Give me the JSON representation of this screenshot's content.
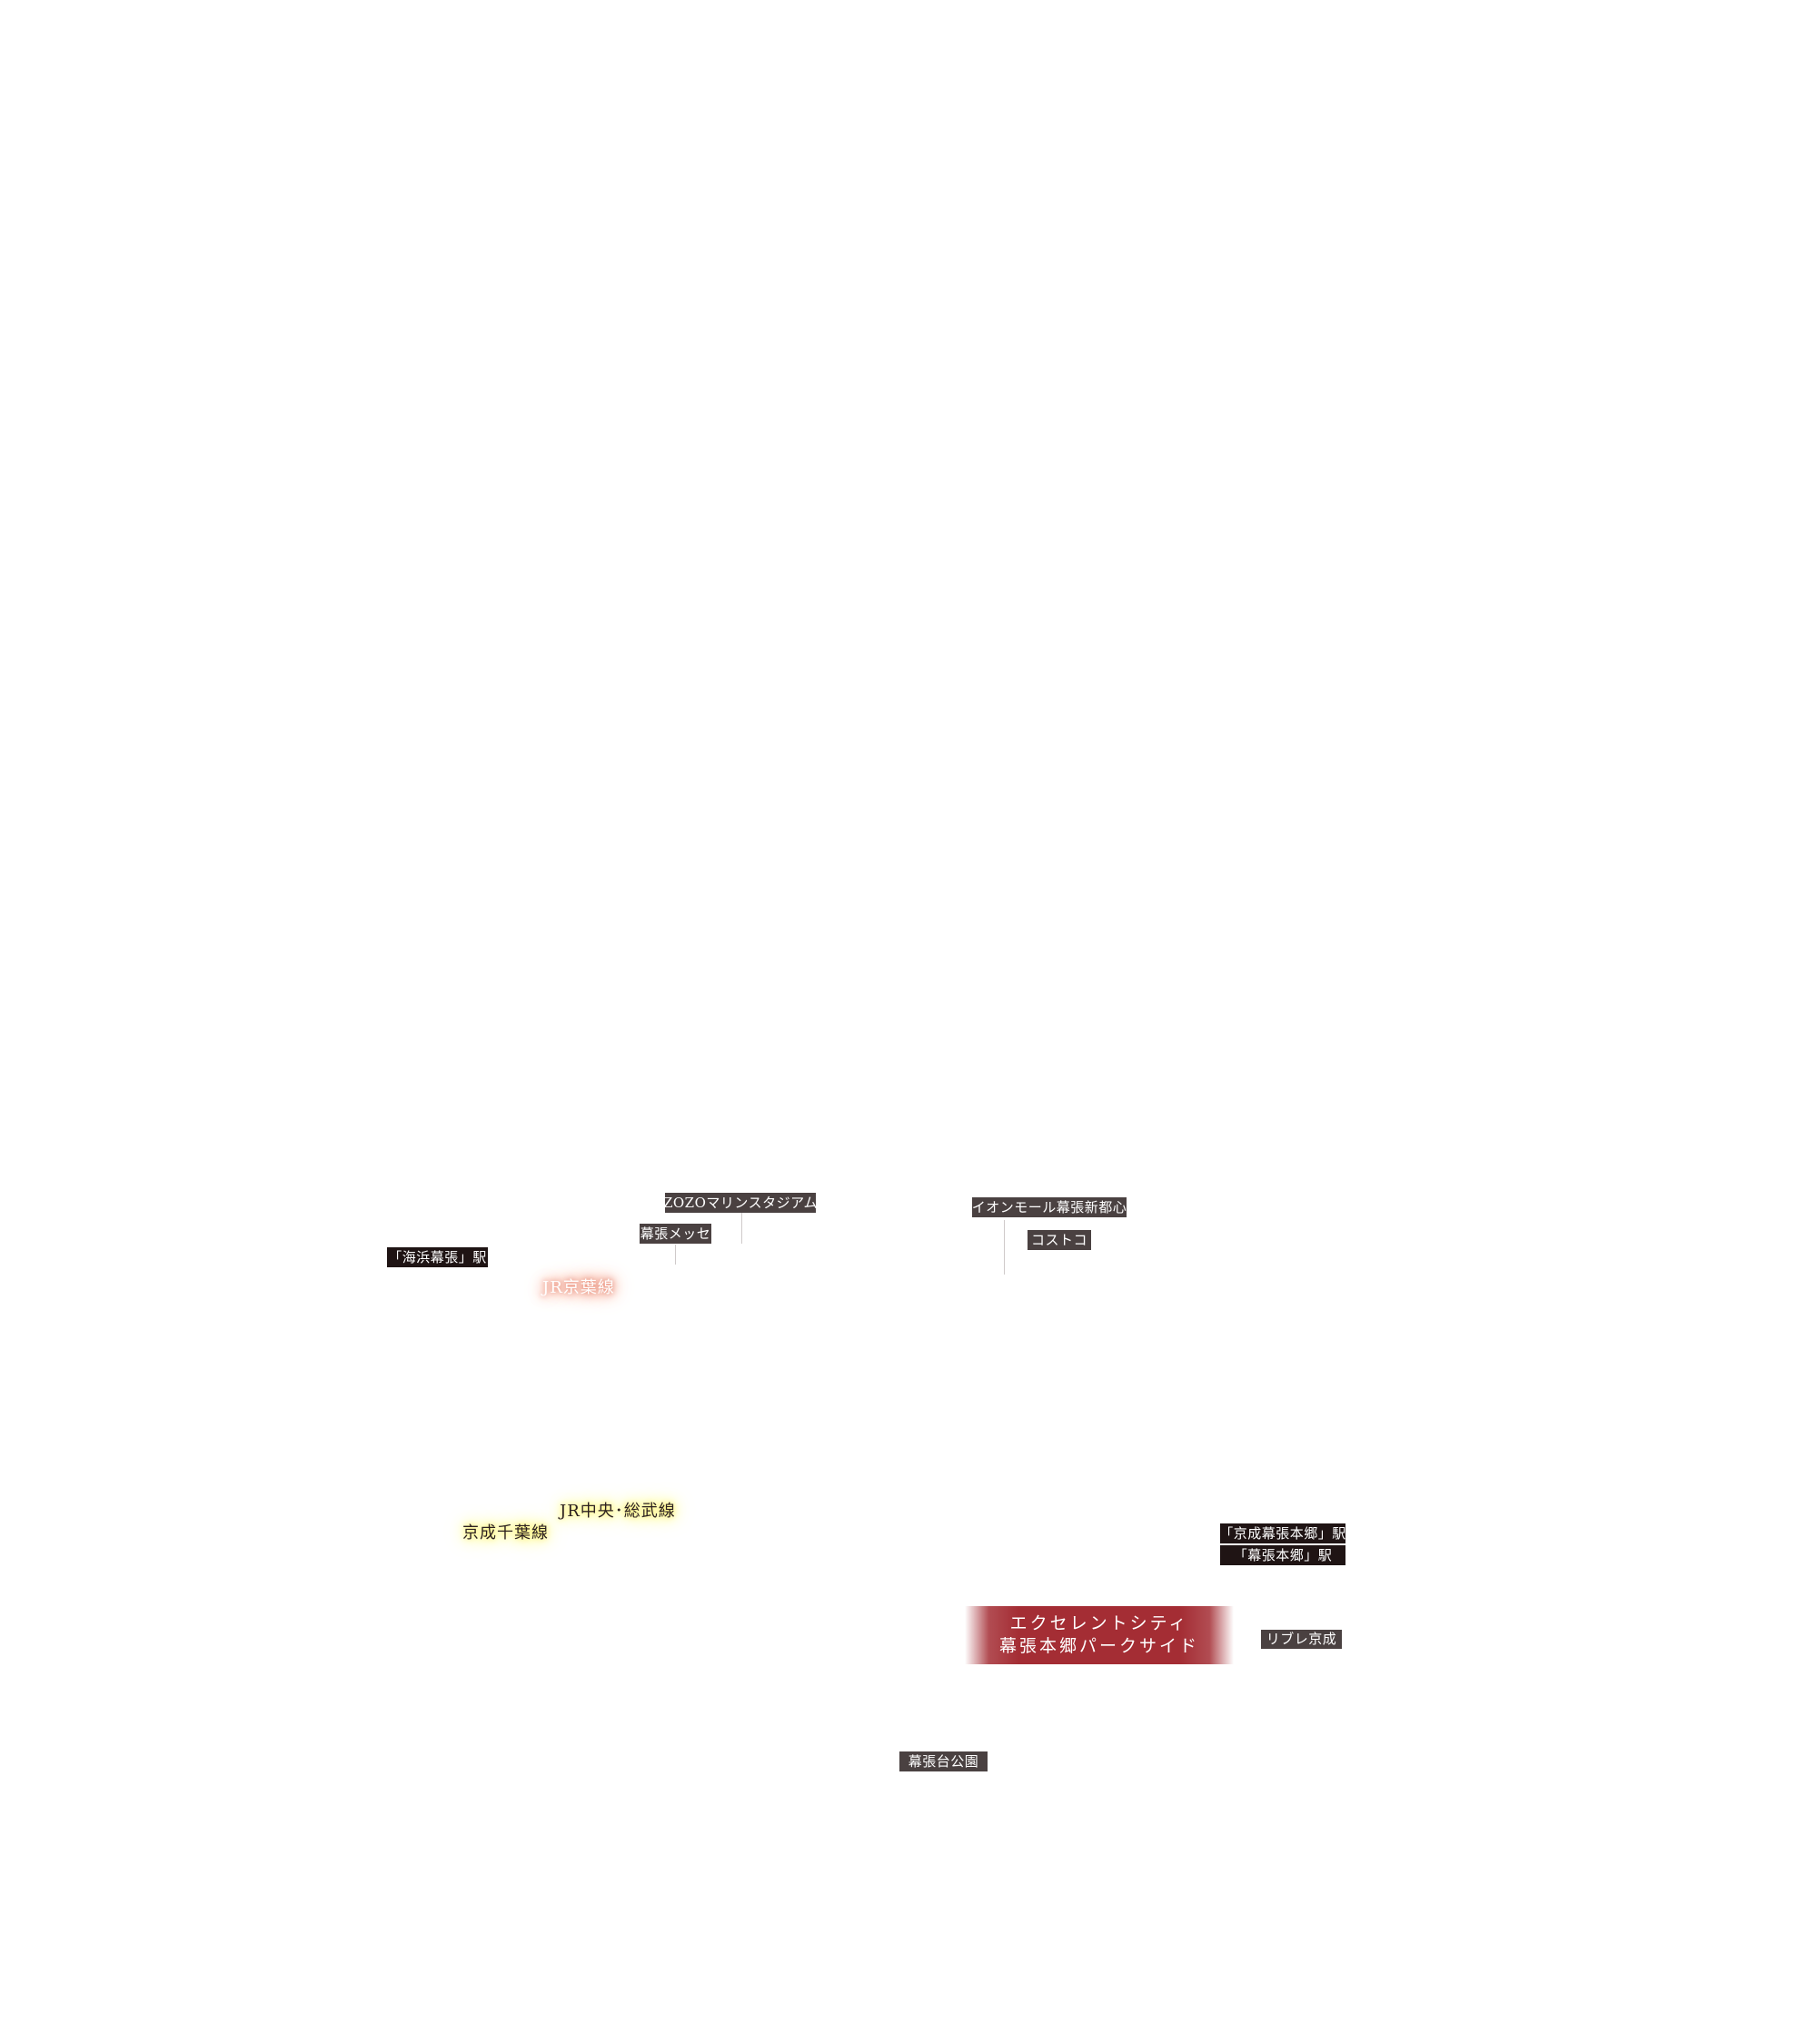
{
  "facilities": {
    "zozo": "ZOZOマリンスタジアム",
    "messe": "幕張メッセ",
    "aeon": "イオンモール幕張新都心",
    "costco": "コストコ",
    "riburekeisei": "リブレ京成",
    "makuharidai_park": "幕張台公園"
  },
  "stations": {
    "kaihin_makuhari": "「海浜幕張」駅",
    "keisei_makuhari_hongo": "「京成幕張本郷」駅",
    "makuhari_hongo": "「幕張本郷」駅"
  },
  "lines": {
    "keiyo": "JR京葉線",
    "chuo_sobu": "JR中央･総武線",
    "keisei_chiba": "京成千葉線"
  },
  "property": {
    "line1": "エクセレントシティ",
    "line2": "幕張本郷パークサイド"
  },
  "colors": {
    "facility_tag": "#4a4141",
    "station_tag": "#1f1414",
    "property_red": "#a42d34",
    "keiyo_glow": "#e7806a",
    "yellow_glow": "#fff36a"
  }
}
